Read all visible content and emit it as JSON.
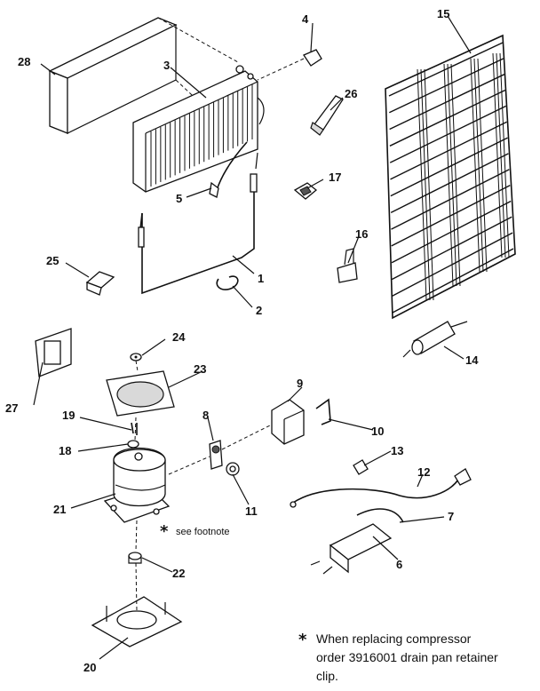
{
  "parts": [
    {
      "id": "p1",
      "label": "1"
    },
    {
      "id": "p2",
      "label": "2"
    },
    {
      "id": "p3",
      "label": "3"
    },
    {
      "id": "p4",
      "label": "4"
    },
    {
      "id": "p5",
      "label": "5"
    },
    {
      "id": "p6",
      "label": "6"
    },
    {
      "id": "p7",
      "label": "7"
    },
    {
      "id": "p8",
      "label": "8"
    },
    {
      "id": "p9",
      "label": "9"
    },
    {
      "id": "p10",
      "label": "10"
    },
    {
      "id": "p11",
      "label": "11"
    },
    {
      "id": "p12",
      "label": "12"
    },
    {
      "id": "p13",
      "label": "13"
    },
    {
      "id": "p14",
      "label": "14"
    },
    {
      "id": "p15",
      "label": "15"
    },
    {
      "id": "p16",
      "label": "16"
    },
    {
      "id": "p17",
      "label": "17"
    },
    {
      "id": "p18",
      "label": "18"
    },
    {
      "id": "p19",
      "label": "19"
    },
    {
      "id": "p20",
      "label": "20"
    },
    {
      "id": "p21",
      "label": "21"
    },
    {
      "id": "p22",
      "label": "22"
    },
    {
      "id": "p23",
      "label": "23"
    },
    {
      "id": "p24",
      "label": "24"
    },
    {
      "id": "p25",
      "label": "25"
    },
    {
      "id": "p26",
      "label": "26"
    },
    {
      "id": "p27",
      "label": "27"
    },
    {
      "id": "p28",
      "label": "28"
    }
  ],
  "footnote_marker": "*",
  "footnote_ref_text": "see footnote",
  "footnote_lines": [
    "When replacing compressor",
    "order 3916001 drain pan retainer",
    "clip."
  ]
}
